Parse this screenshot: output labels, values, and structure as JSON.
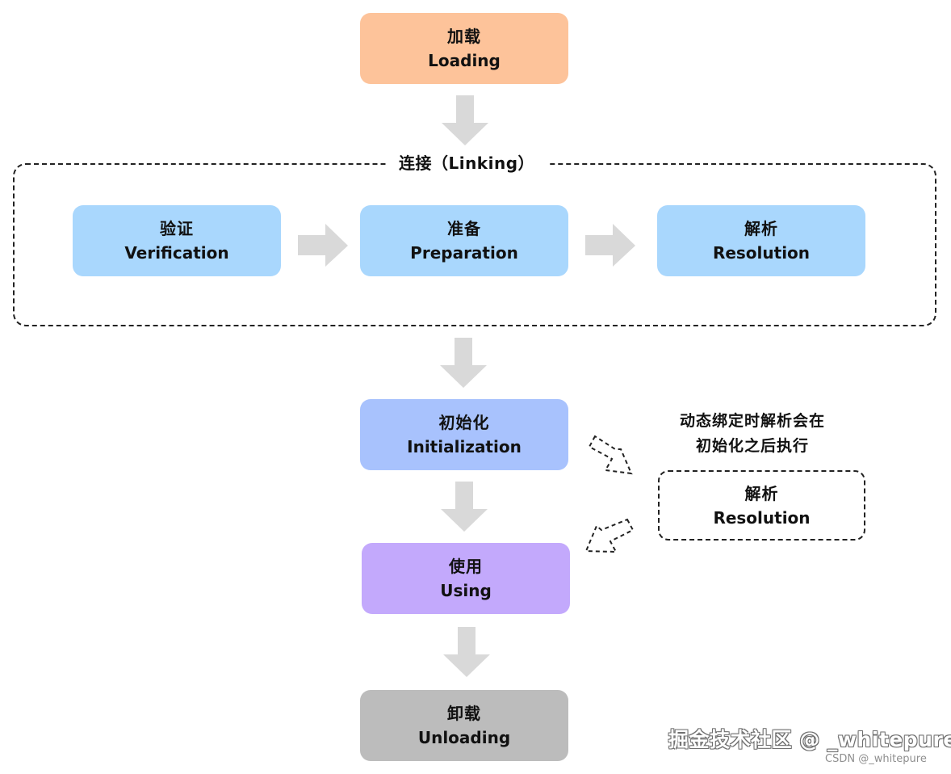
{
  "diagram": {
    "stages": {
      "loading": {
        "zh": "加载",
        "en": "Loading"
      },
      "linking": {
        "title": "连接（Linking）",
        "verification": {
          "zh": "验证",
          "en": "Verification"
        },
        "preparation": {
          "zh": "准备",
          "en": "Preparation"
        },
        "resolution": {
          "zh": "解析",
          "en": "Resolution"
        }
      },
      "initialization": {
        "zh": "初始化",
        "en": "Initialization"
      },
      "using": {
        "zh": "使用",
        "en": "Using"
      },
      "unloading": {
        "zh": "卸载",
        "en": "Unloading"
      }
    },
    "dynamic_binding": {
      "note_line1": "动态绑定时解析会在",
      "note_line2": "初始化之后执行",
      "box": {
        "zh": "解析",
        "en": "Resolution"
      }
    }
  },
  "watermark": {
    "juejin": "掘金技术社区 @ _whitepure",
    "csdn": "CSDN @_whitepure"
  },
  "colors": {
    "loading": "#fdc39a",
    "linking_stage": "#a9d7fd",
    "initialization": "#a8c2fd",
    "using": "#c3a9fc",
    "unloading": "#bcbcbc",
    "arrow": "#d9d9d9"
  }
}
